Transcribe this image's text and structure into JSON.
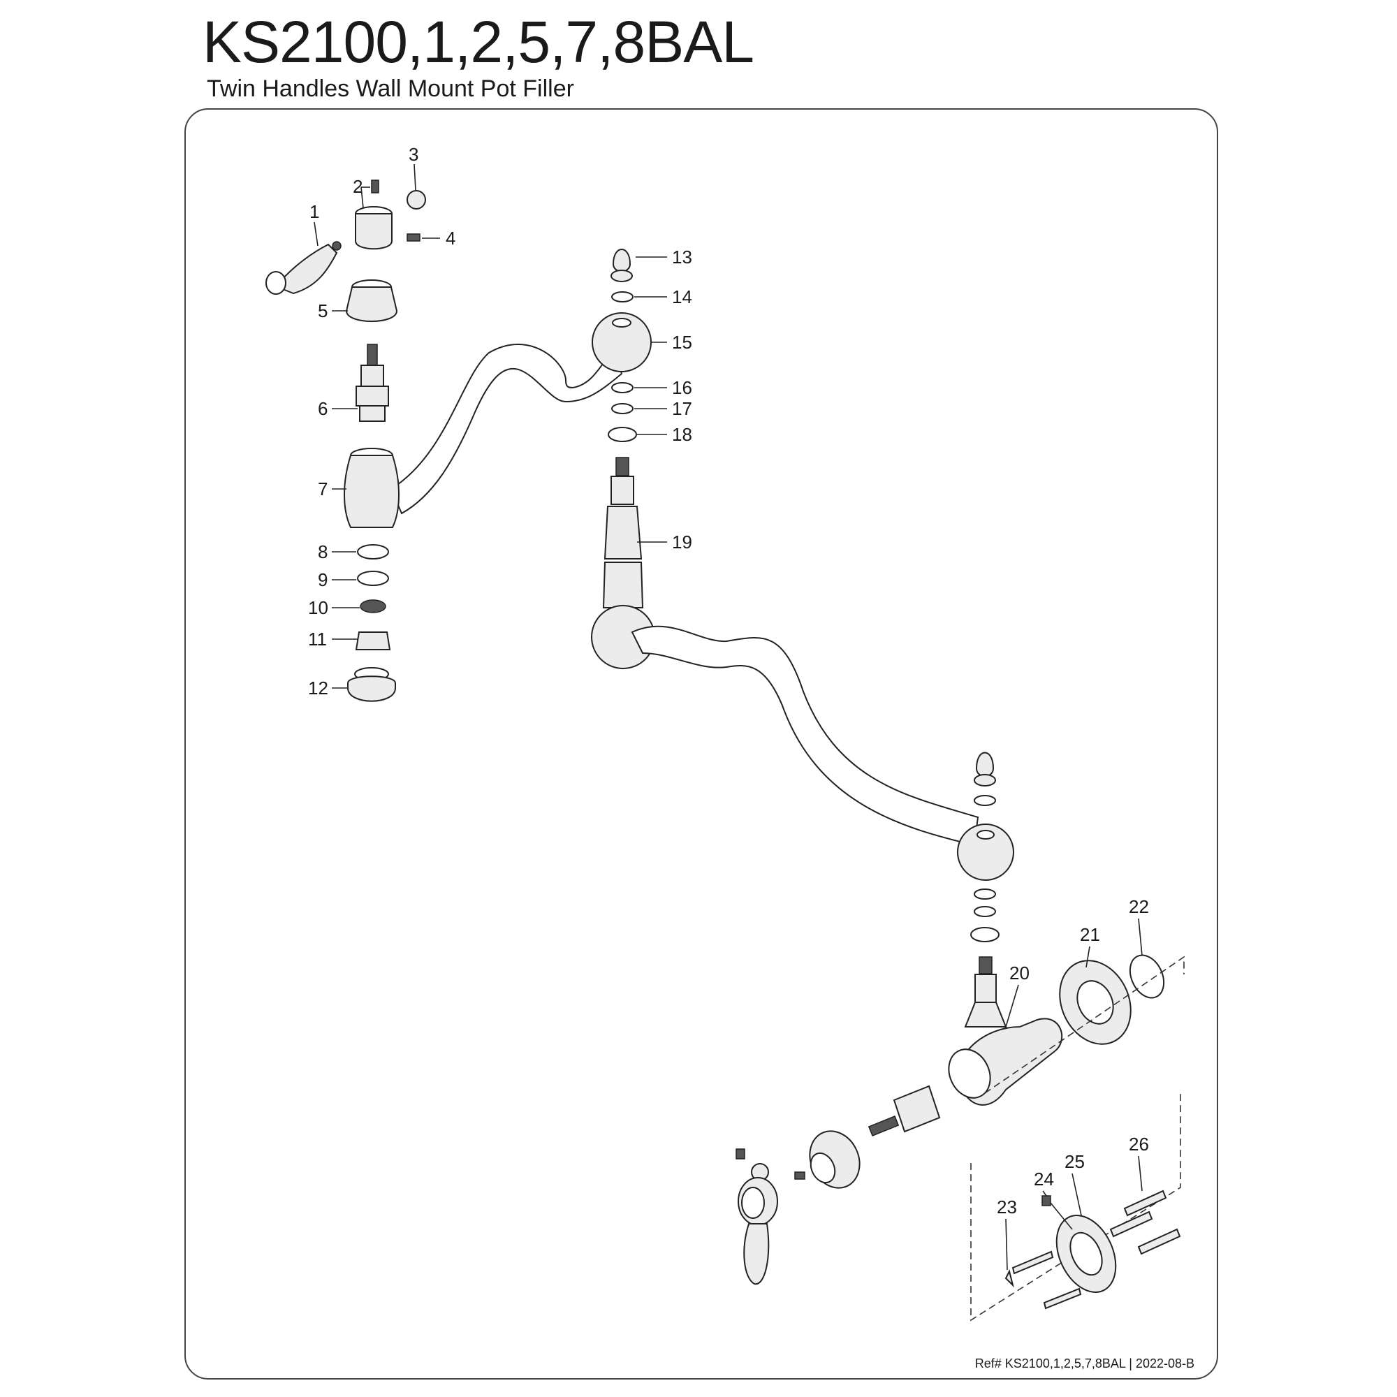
{
  "title": "KS2100,1,2,5,7,8BAL",
  "subtitle": "Twin Handles Wall Mount Pot Filler",
  "reference": "Ref# KS2100,1,2,5,7,8BAL | 2022-08-B",
  "callouts": [
    "1",
    "2",
    "3",
    "4",
    "5",
    "6",
    "7",
    "8",
    "9",
    "10",
    "11",
    "12",
    "13",
    "14",
    "15",
    "16",
    "17",
    "18",
    "19",
    "20",
    "21",
    "22",
    "23",
    "24",
    "25",
    "26"
  ]
}
